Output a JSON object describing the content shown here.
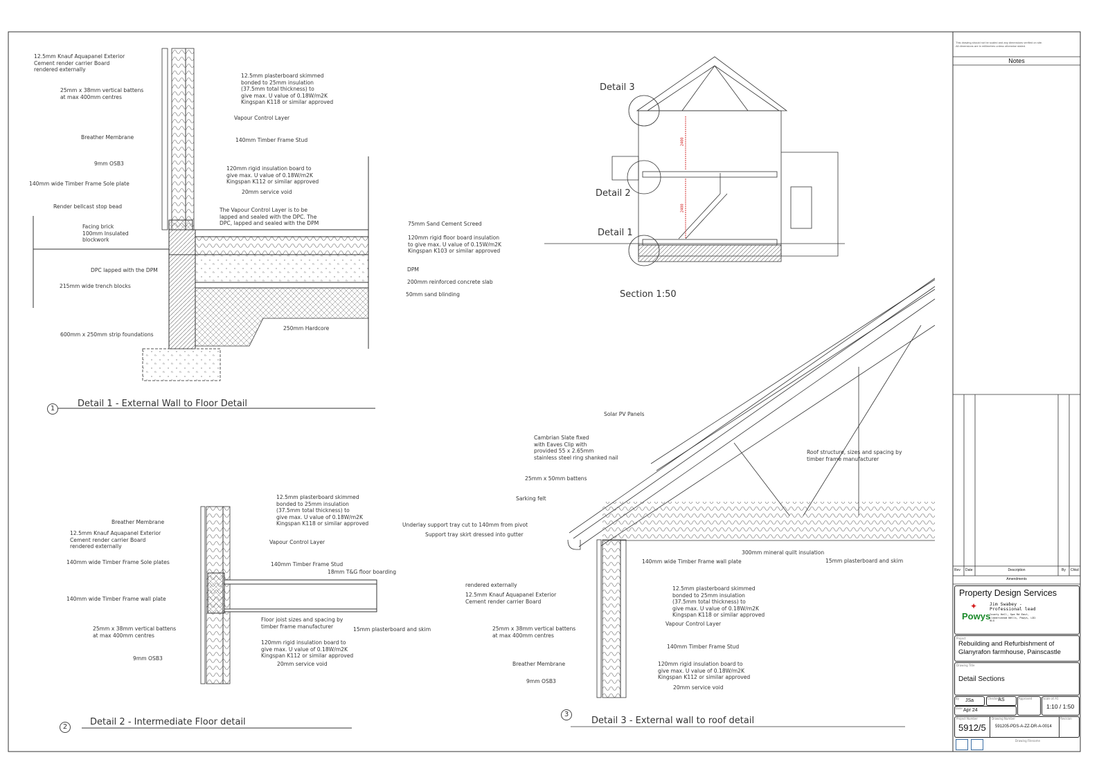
{
  "detail1": {
    "title": "Detail 1 - External Wall to Floor Detail",
    "number": "1",
    "labels": [
      "12.5mm Knauf Aquapanel Exterior\nCement render carrier Board\nrendered externally",
      "25mm x 38mm vertical battens\nat max 400mm centres",
      "Breather Membrane",
      "9mm OSB3",
      "140mm wide Timber Frame Sole plate",
      "Render bellcast stop bead",
      "Facing brick\n100mm Insulated\nblockwork",
      "DPC lapped with the DPM",
      "215mm wide trench blocks",
      "600mm x 250mm strip foundations",
      "12.5mm plasterboard skimmed\nbonded to 25mm insulation\n(37.5mm total thickness) to\ngive max. U value of 0.18W/m2K\nKingspan K118 or similar approved",
      "Vapour Control Layer",
      "140mm Timber Frame Stud",
      "120mm rigid insulation board to\ngive max. U value of 0.18W/m2K\nKingspan K112 or similar approved",
      "20mm service void",
      "The Vapour Control Layer is to be\nlapped and sealed with the DPC. The\nDPC, lapped and sealed with the DPM",
      "75mm Sand Cement Screed",
      "120mm rigid floor board insulation\nto give max. U value of 0.15W/m2K\nKingspan K103 or similar approved",
      "DPM",
      "200mm reinforced concrete slab",
      "50mm sand blinding",
      "250mm Hardcore"
    ]
  },
  "section": {
    "title": "Section 1:50",
    "callouts": [
      "Detail 3",
      "Detail 2",
      "Detail 1"
    ],
    "dims": [
      "2400",
      "2400"
    ]
  },
  "detail2": {
    "title": "Detail 2 - Intermediate Floor detail",
    "number": "2",
    "labels": [
      "12.5mm plasterboard skimmed\nbonded to 25mm insulation\n(37.5mm total thickness) to\ngive max. U value of 0.18W/m2K\nKingspan K118 or similar approved",
      "Breather Membrane",
      "12.5mm Knauf Aquapanel Exterior\nCement render carrier Board\nrendered externally",
      "Vapour Control Layer",
      "140mm wide Timber Frame Sole plates",
      "140mm Timber Frame Stud",
      "18mm T&G floor boarding",
      "140mm wide Timber Frame wall plate",
      "Floor joist sizes and spacing by\ntimber frame manufacturer",
      "15mm plasterboard and skim",
      "25mm x 38mm vertical battens\nat max 400mm centres",
      "120mm rigid insulation board to\ngive max. U value of 0.18W/m2K\nKingspan K112 or similar approved",
      "9mm OSB3",
      "20mm service void"
    ]
  },
  "detail3": {
    "title": "Detail 3 - External wall to roof detail",
    "number": "3",
    "labels": [
      "Solar PV Panels",
      "Cambrian Slate fixed\nwith Eaves Clip with\nprovided 55 x 2.65mm\nstainless steel ring shanked nail",
      "Roof structure, sizes and spacing by\ntimber frame manufacturer",
      "25mm x 50mm battens",
      "Sarking felt",
      "Underlay support tray cut to 140mm from pivot",
      "Support tray skirt dressed into gutter",
      "300mm mineral quilt insulation",
      "15mm plasterboard and skim",
      "140mm wide Timber Frame wall plate",
      "rendered externally",
      "12.5mm Knauf Aquapanel Exterior\nCement render carrier Board",
      "12.5mm plasterboard skimmed\nbonded to 25mm insulation\n(37.5mm total thickness) to\ngive max. U value of 0.18W/m2K\nKingspan K118 or similar approved",
      "Vapour Control Layer",
      "25mm x 38mm vertical battens\nat max 400mm centres",
      "140mm Timber Frame Stud",
      "Breather Membrane",
      "120mm rigid insulation board to\ngive max. U value of 0.18W/m2K\nKingspan K112 or similar approved",
      "9mm OSB3",
      "20mm service void"
    ]
  },
  "titleblock": {
    "disclaimer": "This drawing should not be scaled and any dimensions verified on site.\nAll dimensions are in millimetres unless otherwise stated.",
    "notes_heading": "Notes",
    "amend_cols": [
      "Rev",
      "Date",
      "Description",
      "By",
      "Chkd"
    ],
    "amendments_heading": "Amendments",
    "company": "Property Design Services",
    "lead": "Jim Swabey -\nProfessional lead",
    "address": "County Hall, Spa Rd East,\nLlandrindod Wells, Powys, LD1\n5LG",
    "logo_text": "Powys",
    "project_label": "Project",
    "project": "Rebuilding and Refurbishment of\nGlanyrafon farmhouse, Painscastle",
    "drawing_title_label": "Drawing Title",
    "drawing_title": "Detail Sections",
    "by_label": "By",
    "by": "JSa",
    "checked_label": "Checked",
    "checked": "AS",
    "approved_label": "Approved",
    "scale_label": "Scale at A1",
    "scale": "1:10 / 1:50",
    "date_label": "Date",
    "date": "Apr 24",
    "project_number_label": "Project Number",
    "project_number": "5912/5",
    "drawing_number_label": "Drawing Number",
    "drawing_number": "591205-PDS-A-ZZ-DR-A-0014",
    "revision_label": "Revision",
    "filename_label": "Drawing Filename"
  },
  "colors": {
    "line": "#333333",
    "logo_green": "#1a8a2a",
    "logo_red": "#d42020"
  }
}
